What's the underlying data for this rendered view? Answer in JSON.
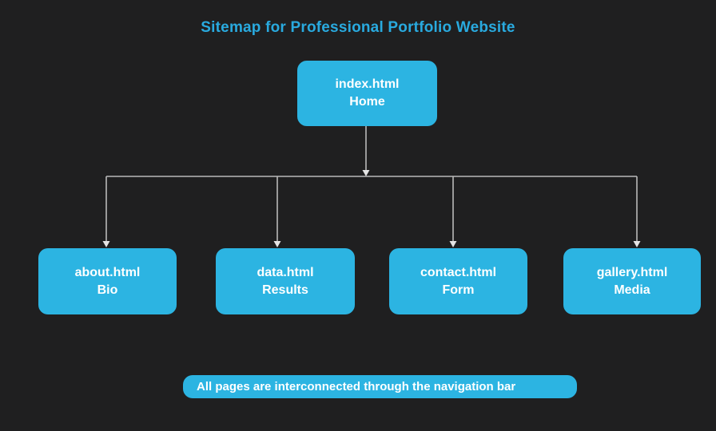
{
  "title": "Sitemap for Professional Portfolio Website",
  "colors": {
    "background": "#1f1f20",
    "accent": "#2cb4e2",
    "title_color": "#29aadf",
    "node_text": "#ffffff",
    "connector": "#b9b9b9",
    "arrowhead": "#e4e4e4"
  },
  "nodes": {
    "root": {
      "file": "index.html",
      "label": "Home"
    },
    "children": [
      {
        "file": "about.html",
        "label": "Bio"
      },
      {
        "file": "data.html",
        "label": "Results"
      },
      {
        "file": "contact.html",
        "label": "Form"
      },
      {
        "file": "gallery.html",
        "label": "Media"
      }
    ]
  },
  "footer": {
    "note": "All pages are interconnected through the navigation bar"
  }
}
